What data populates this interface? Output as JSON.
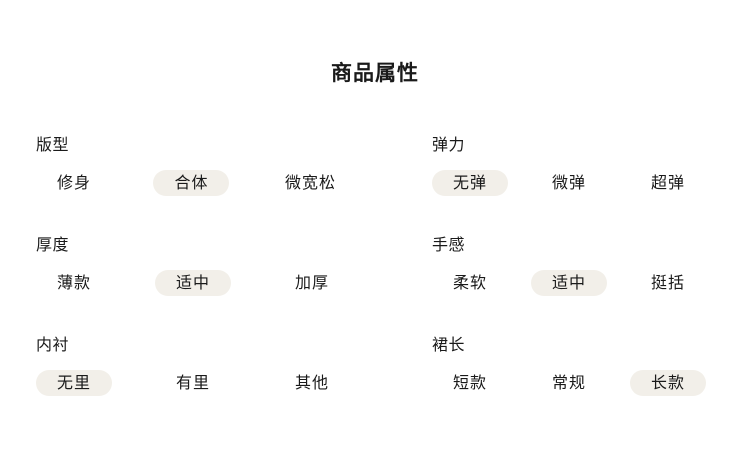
{
  "header": {
    "title": "商品属性"
  },
  "colors": {
    "page_background": "#ffffff",
    "text": "#1a1a1a",
    "selected_pill_background": "#f2efe9"
  },
  "groups": [
    {
      "label": "版型",
      "column": "left",
      "options": [
        {
          "label": "修身",
          "selected": false
        },
        {
          "label": "合体",
          "selected": true
        },
        {
          "label": "微宽松",
          "selected": false
        }
      ]
    },
    {
      "label": "弹力",
      "column": "right",
      "options": [
        {
          "label": "无弹",
          "selected": true
        },
        {
          "label": "微弹",
          "selected": false
        },
        {
          "label": "超弹",
          "selected": false
        }
      ]
    },
    {
      "label": "厚度",
      "column": "left",
      "options": [
        {
          "label": "薄款",
          "selected": false
        },
        {
          "label": "适中",
          "selected": true
        },
        {
          "label": "加厚",
          "selected": false
        }
      ]
    },
    {
      "label": "手感",
      "column": "right",
      "options": [
        {
          "label": "柔软",
          "selected": false
        },
        {
          "label": "适中",
          "selected": true
        },
        {
          "label": "挺括",
          "selected": false
        }
      ]
    },
    {
      "label": "内衬",
      "column": "left",
      "options": [
        {
          "label": "无里",
          "selected": true
        },
        {
          "label": "有里",
          "selected": false
        },
        {
          "label": "其他",
          "selected": false
        }
      ]
    },
    {
      "label": "裙长",
      "column": "right",
      "options": [
        {
          "label": "短款",
          "selected": false
        },
        {
          "label": "常规",
          "selected": false
        },
        {
          "label": "长款",
          "selected": true
        }
      ]
    }
  ]
}
